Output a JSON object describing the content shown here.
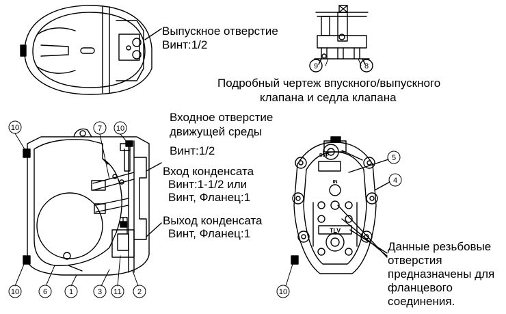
{
  "labels": {
    "outlet_title": "Выпускное отверстие",
    "outlet_thread": "Винт:1/2",
    "detail_line1": "Подробный чертеж впускного/выпускного",
    "detail_line2": "клапана и седла клапана",
    "inlet_line1": "Входное отверстие",
    "inlet_line2": "движущей среды",
    "inlet_thread": "Винт:1/2",
    "cond_in_title": "Вход конденсата",
    "cond_in_line2": "Винт:1-1/2 или",
    "cond_in_line3": "Винт, Фланец:1",
    "cond_out_title": "Выход конденсата",
    "cond_out_line2": "Винт, Фланец:1",
    "note_line1": "Данные резьбовые",
    "note_line2": "отверстия",
    "note_line3": "предназначены для",
    "note_line4": "фланцевого",
    "note_line5": "соединения."
  },
  "parts": {
    "n1": "1",
    "n2": "2",
    "n3": "3",
    "n4": "4",
    "n5": "5",
    "n6": "6",
    "n7": "7",
    "n8": "8",
    "n9": "9",
    "n10": "10",
    "n11": "11"
  },
  "markings": {
    "sup": "SUP",
    "in": "IN",
    "tlv": "TLV"
  }
}
